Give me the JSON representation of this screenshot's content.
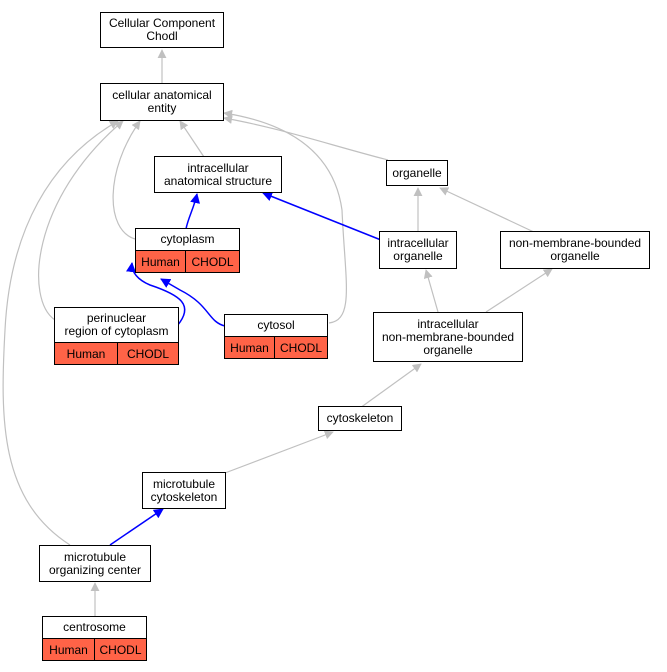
{
  "colors": {
    "is_a_edge": "#c0c0c0",
    "part_of_edge": "#0000ff",
    "tag_fill": "#ff6347"
  },
  "nodes": {
    "cc_chodl": "Cellular Component\nChodl",
    "cae": "cellular anatomical\nentity",
    "ias": "intracellular\nanatomical structure",
    "organelle": "organelle",
    "cytoplasm": "cytoplasm",
    "intracellular_organelle": "intracellular\norganelle",
    "nmb_organelle": "non-membrane-bounded\norganelle",
    "perinuclear": "perinuclear\nregion of cytoplasm",
    "cytosol": "cytosol",
    "inmb_organelle": "intracellular\nnon-membrane-bounded\norganelle",
    "cytoskeleton": "cytoskeleton",
    "mt_cytoskeleton": "microtubule\ncytoskeleton",
    "mtoc": "microtubule\norganizing center",
    "centrosome": "centrosome"
  },
  "tags": {
    "species": "Human",
    "gene": "CHODL"
  }
}
